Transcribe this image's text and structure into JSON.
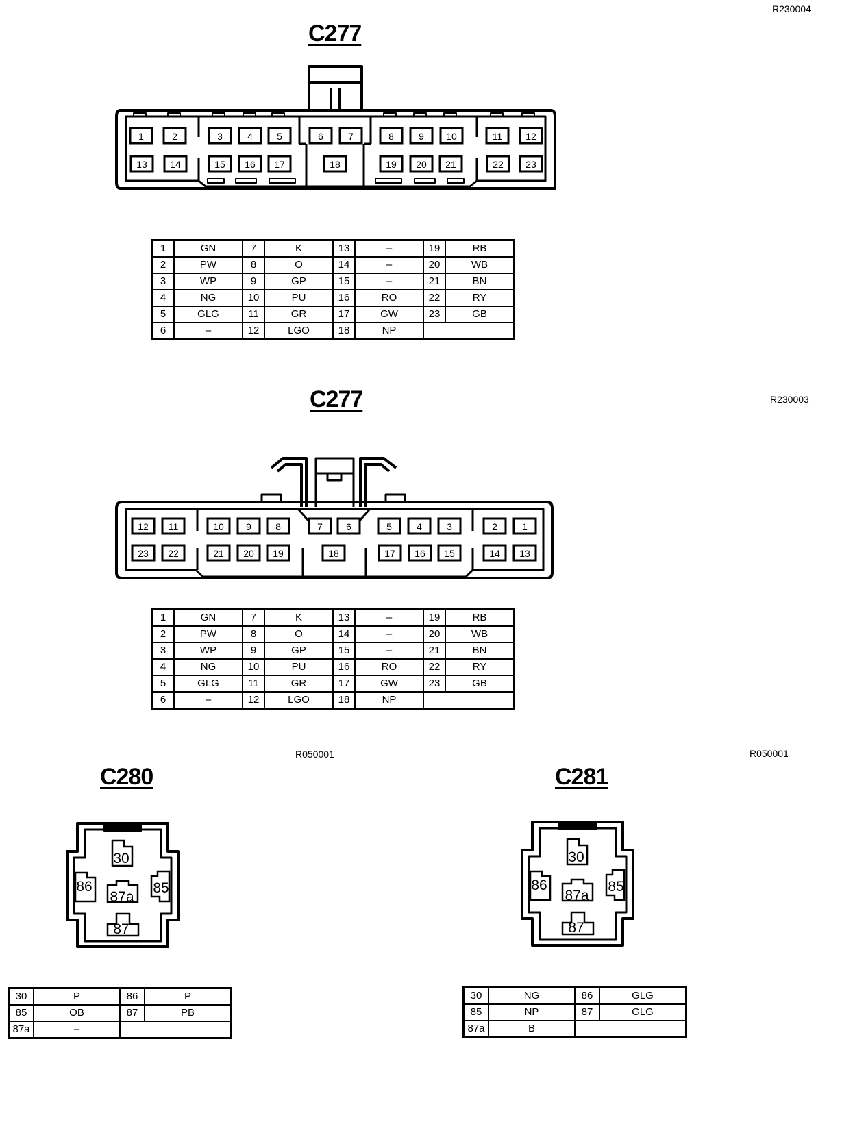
{
  "refs": {
    "r1": "R230004",
    "r2": "R230003",
    "r3": "R050001",
    "r4": "R050001"
  },
  "titles": {
    "c277_top": "C277",
    "c277_mid": "C277",
    "c280": "C280",
    "c281": "C281"
  },
  "c277_top_pins": {
    "row1": [
      "1",
      "2",
      "3",
      "4",
      "5",
      "6",
      "7",
      "8",
      "9",
      "10",
      "11",
      "12"
    ],
    "row2": [
      "13",
      "14",
      "15",
      "16",
      "17",
      "18",
      "19",
      "20",
      "21",
      "22",
      "23"
    ]
  },
  "c277_mid_pins": {
    "row1": [
      "12",
      "11",
      "10",
      "9",
      "8",
      "7",
      "6",
      "5",
      "4",
      "3",
      "2",
      "1"
    ],
    "row2": [
      "23",
      "22",
      "21",
      "20",
      "19",
      "18",
      "17",
      "16",
      "15",
      "14",
      "13"
    ]
  },
  "c277_table": {
    "rows": [
      [
        [
          "1",
          "GN"
        ],
        [
          "7",
          "K"
        ],
        [
          "13",
          "–"
        ],
        [
          "19",
          "RB"
        ]
      ],
      [
        [
          "2",
          "PW"
        ],
        [
          "8",
          "O"
        ],
        [
          "14",
          "–"
        ],
        [
          "20",
          "WB"
        ]
      ],
      [
        [
          "3",
          "WP"
        ],
        [
          "9",
          "GP"
        ],
        [
          "15",
          "–"
        ],
        [
          "21",
          "BN"
        ]
      ],
      [
        [
          "4",
          "NG"
        ],
        [
          "10",
          "PU"
        ],
        [
          "16",
          "RO"
        ],
        [
          "22",
          "RY"
        ]
      ],
      [
        [
          "5",
          "GLG"
        ],
        [
          "11",
          "GR"
        ],
        [
          "17",
          "GW"
        ],
        [
          "23",
          "GB"
        ]
      ],
      [
        [
          "6",
          "–"
        ],
        [
          "12",
          "LGO"
        ],
        [
          "18",
          "NP"
        ]
      ]
    ]
  },
  "relay_pins": [
    "30",
    "86",
    "87a",
    "85",
    "87"
  ],
  "c280_table": {
    "rows": [
      [
        [
          "30",
          "P"
        ],
        [
          "86",
          "P"
        ]
      ],
      [
        [
          "85",
          "OB"
        ],
        [
          "87",
          "PB"
        ]
      ],
      [
        [
          "87a",
          "–"
        ]
      ]
    ]
  },
  "c281_table": {
    "rows": [
      [
        [
          "30",
          "NG"
        ],
        [
          "86",
          "GLG"
        ]
      ],
      [
        [
          "85",
          "NP"
        ],
        [
          "87",
          "GLG"
        ]
      ],
      [
        [
          "87a",
          "B"
        ]
      ]
    ]
  }
}
